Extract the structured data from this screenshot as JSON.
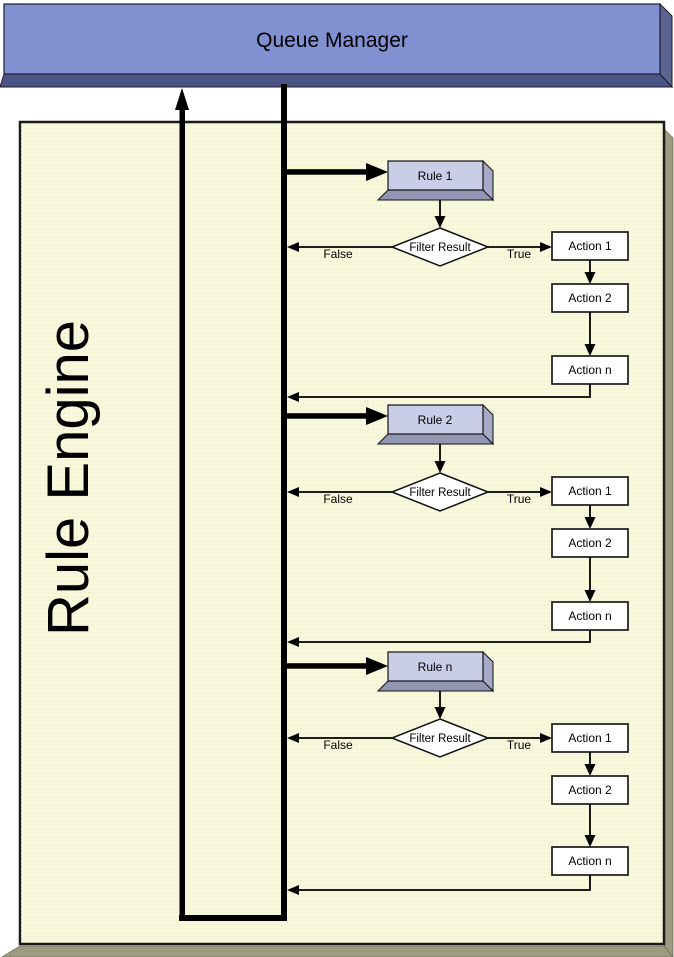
{
  "queue_manager": {
    "label": "Queue Manager"
  },
  "rule_engine": {
    "label": "Rule Engine"
  },
  "sections": [
    {
      "rule": "Rule 1",
      "filter": "Filter Result",
      "false_label": "False",
      "true_label": "True",
      "actions": [
        "Action 1",
        "Action 2",
        "Action n"
      ]
    },
    {
      "rule": "Rule 2",
      "filter": "Filter Result",
      "false_label": "False",
      "true_label": "True",
      "actions": [
        "Action 1",
        "Action 2",
        "Action n"
      ]
    },
    {
      "rule": "Rule n",
      "filter": "Filter Result",
      "false_label": "False",
      "true_label": "True",
      "actions": [
        "Action 1",
        "Action 2",
        "Action n"
      ]
    }
  ],
  "colors": {
    "banner_face": "#8090D0",
    "banner_bottom": "#4B5482",
    "banner_side": "#5C6492",
    "panel_fill": "#F8F9DC",
    "panel_dot": "#EAEDC8",
    "panel_shadow": "#9C9C80",
    "rule_face": "#CACDE8",
    "rule_bottom": "#9396B2",
    "rule_side": "#A7A9C6",
    "diamond_fill": "#FFFFFF",
    "action_fill": "#FFFFFF",
    "line": "#000000"
  }
}
